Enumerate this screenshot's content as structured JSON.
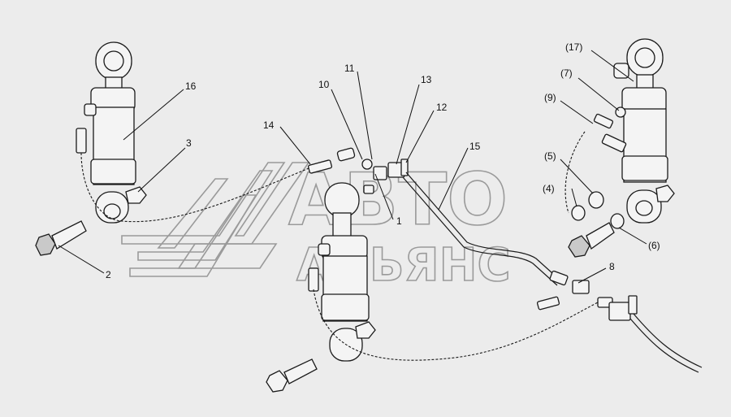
{
  "watermark": {
    "line1": "АВТО",
    "line2": "АЛЬЯНС"
  },
  "callouts": {
    "c1": "1",
    "c2": "2",
    "c3": "3",
    "c4": "(4)",
    "c5": "(5)",
    "c6": "(6)",
    "c7": "(7)",
    "c8": "8",
    "c9": "(9)",
    "c10": "10",
    "c11": "11",
    "c12": "12",
    "c13": "13",
    "c14": "14",
    "c15": "15",
    "c16": "16",
    "c17": "(17)"
  }
}
